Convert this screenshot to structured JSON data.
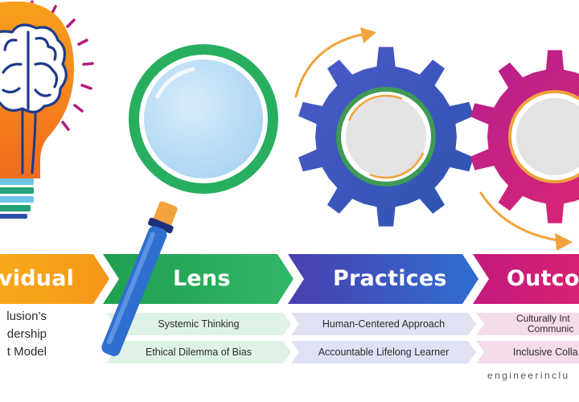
{
  "stages": [
    {
      "title": "vidual",
      "color": "#f7a21b"
    },
    {
      "title": "Lens",
      "color": "#27ae5f"
    },
    {
      "title": "Practices",
      "color": "#3f55b3"
    },
    {
      "title": "Outco",
      "color": "#c4197d"
    }
  ],
  "model_caption": {
    "line1": "lusion’s",
    "line2": "dership",
    "line3": "t Model"
  },
  "lens_items": [
    "Systemic Thinking",
    "Ethical Dilemma of Bias"
  ],
  "practices_items": [
    "Human-Centered Approach",
    "Accountable Lifelong Learner"
  ],
  "outcomes_items": [
    "Culturally Int",
    "Communic",
    "Inclusive Colla"
  ],
  "watermark": "engineerinclu",
  "icons": [
    "lightbulb-brain-icon",
    "magnifying-glass-icon",
    "blue-gear-icon",
    "magenta-gear-icon"
  ]
}
